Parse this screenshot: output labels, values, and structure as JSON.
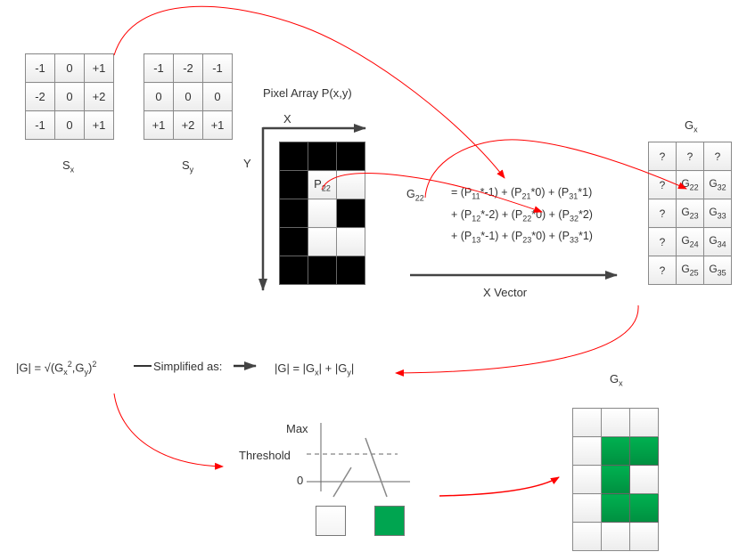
{
  "kernels": {
    "sx": {
      "label": "S",
      "label_sub": "x",
      "rows": [
        [
          "-1",
          "0",
          "+1"
        ],
        [
          "-2",
          "0",
          "+2"
        ],
        [
          "-1",
          "0",
          "+1"
        ]
      ]
    },
    "sy": {
      "label": "S",
      "label_sub": "y",
      "rows": [
        [
          "-1",
          "-2",
          "-1"
        ],
        [
          "0",
          "0",
          "0"
        ],
        [
          "+1",
          "+2",
          "+1"
        ]
      ]
    }
  },
  "pixel_array": {
    "title": "Pixel Array P(x,y)",
    "x_axis": "X",
    "y_axis": "Y",
    "cells": [
      [
        1,
        1,
        1
      ],
      [
        1,
        0,
        0
      ],
      [
        1,
        0,
        1
      ],
      [
        1,
        0,
        0
      ],
      [
        1,
        1,
        1
      ]
    ],
    "marker": "P",
    "marker_sub": "22"
  },
  "equation": {
    "lhs": "G",
    "lhs_sub": "22",
    "lines": [
      [
        {
          "t": "= (P"
        },
        {
          "s": "11"
        },
        {
          "t": "*-1) + (P"
        },
        {
          "s": "21"
        },
        {
          "t": "*0) + (P"
        },
        {
          "s": "31"
        },
        {
          "t": "*1)"
        }
      ],
      [
        {
          "t": "+ (P"
        },
        {
          "s": "12"
        },
        {
          "t": "*-2) + (P"
        },
        {
          "s": "22"
        },
        {
          "t": "*0) + (P"
        },
        {
          "s": "32"
        },
        {
          "t": "*2)"
        }
      ],
      [
        {
          "t": "+ (P"
        },
        {
          "s": "13"
        },
        {
          "t": "*-1) + (P"
        },
        {
          "s": "23"
        },
        {
          "t": "*0) + (P"
        },
        {
          "s": "33"
        },
        {
          "t": "*1)"
        }
      ]
    ]
  },
  "x_vector_label": "X Vector",
  "gx_grid": {
    "label": "G",
    "label_sub": "x",
    "rows": [
      [
        {
          "t": "?"
        },
        {
          "t": "?"
        },
        {
          "t": "?"
        }
      ],
      [
        {
          "t": "?"
        },
        {
          "t": "G",
          "s": "22"
        },
        {
          "t": "G",
          "s": "32"
        }
      ],
      [
        {
          "t": "?"
        },
        {
          "t": "G",
          "s": "23"
        },
        {
          "t": "G",
          "s": "33"
        }
      ],
      [
        {
          "t": "?"
        },
        {
          "t": "G",
          "s": "24"
        },
        {
          "t": "G",
          "s": "34"
        }
      ],
      [
        {
          "t": "?"
        },
        {
          "t": "G",
          "s": "25"
        },
        {
          "t": "G",
          "s": "35"
        }
      ]
    ]
  },
  "magnitude": {
    "full_formula": "|G| = √(G",
    "full_x": "x",
    "full_mid": ",G",
    "full_y": "y",
    "full_end": ")",
    "connector": "Simplified as:",
    "simplified": [
      "|G| = |G",
      "x",
      "| + |G",
      "y",
      "|"
    ]
  },
  "threshold_plot": {
    "max_label": "Max",
    "threshold_label": "Threshold",
    "zero_label": "0",
    "below_color": "#f4f4f4",
    "above_color": "#00a550"
  },
  "output_grid": {
    "label": "G",
    "label_sub": "x",
    "cells": [
      [
        0,
        0,
        0
      ],
      [
        0,
        1,
        1
      ],
      [
        0,
        1,
        0
      ],
      [
        0,
        1,
        1
      ],
      [
        0,
        0,
        0
      ]
    ],
    "on_color": "#00a550"
  },
  "colors": {
    "arrow_red": "#ff0000",
    "axis_gray": "#444444"
  }
}
